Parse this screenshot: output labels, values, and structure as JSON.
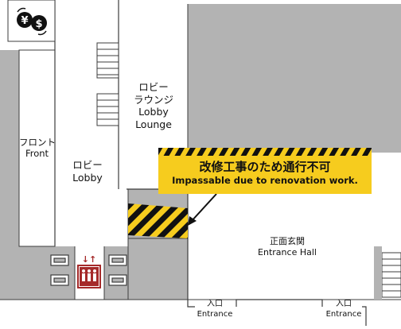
{
  "title": "",
  "colors": {
    "wall": "#b3b3b3",
    "outline": "#3c3c3c",
    "notice": "#f6cc1e",
    "hazard": "#111111",
    "elevator": "#a52a2a"
  },
  "icons": [
    "currency-exchange-icon",
    "elevator-icon",
    "arrow-pointer-icon"
  ],
  "rooms": {
    "front": {
      "jp": "フロント",
      "en": "Front"
    },
    "lobby": {
      "jp": "ロビー",
      "en": "Lobby"
    },
    "lobby_lounge": {
      "jp": "ロビー\nラウンジ",
      "en": "Lobby\nLounge"
    },
    "entrance_hall": {
      "jp": "正面玄関",
      "en": "Entrance Hall"
    }
  },
  "entrances": [
    {
      "jp": "入口",
      "en": "Entrance"
    },
    {
      "jp": "入口",
      "en": "Entrance"
    }
  ],
  "notice": {
    "jp": "改修工事のため通行不可",
    "en": "Impassable due to renovation work."
  }
}
